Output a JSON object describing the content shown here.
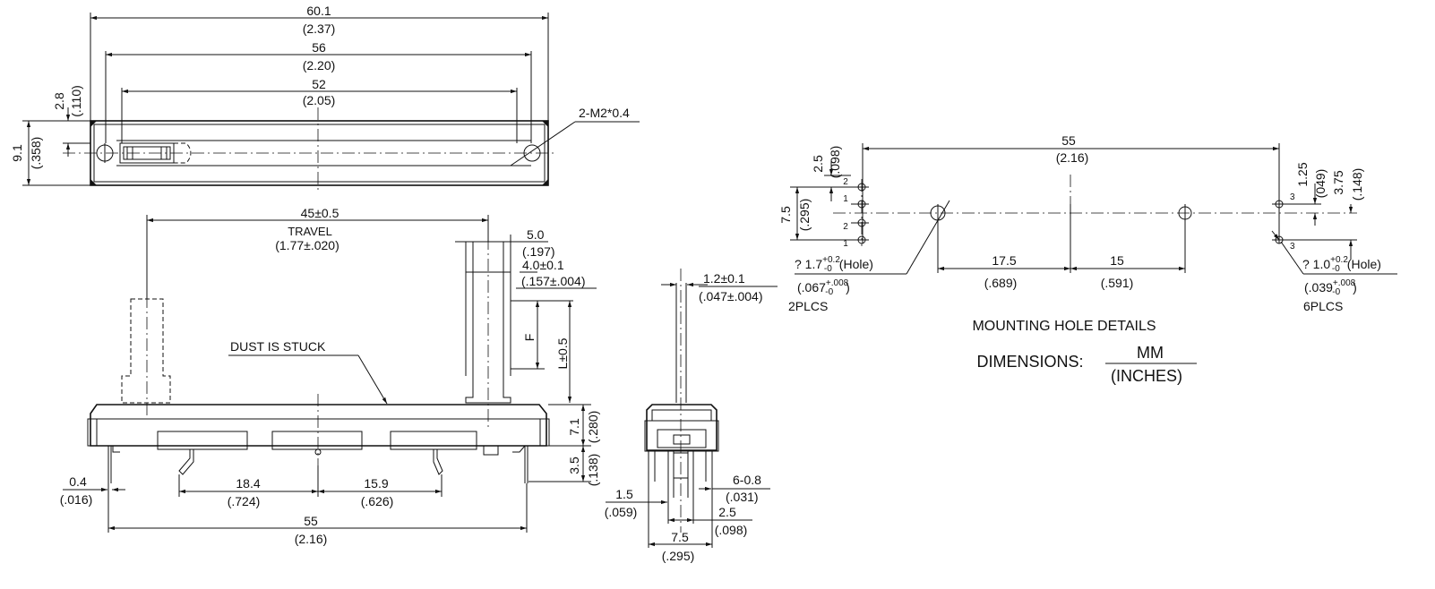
{
  "top_view": {
    "overall_mm": "60.1",
    "overall_in": "(2.37)",
    "hole_pitch_mm": "56",
    "hole_pitch_in": "(2.20)",
    "inner_mm": "52",
    "inner_in": "(2.05)",
    "edge_mm": "2.8",
    "edge_in": "(.110)",
    "height_mm": "9.1",
    "height_in": "(.358)",
    "thread_label": "2-M2*0.4"
  },
  "front_view": {
    "travel_mm": "45±0.5",
    "travel_word": "TRAVEL",
    "travel_in": "(1.77±.020)",
    "knob_w_mm": "5.0",
    "knob_w_in": "(.197)",
    "shaft_w_mm": "4.0±0.1",
    "shaft_w_in": "(.157±.004)",
    "f_label": "F",
    "l_label": "L±0.5",
    "dust_label": "DUST IS STUCK",
    "body_h_mm": "7.1",
    "body_h_in": "(.280)",
    "pin_h_mm": "3.5",
    "pin_h_in": "(.138)",
    "pin_t_mm": "0.4",
    "pin_t_in": "(.016)",
    "pitch1_mm": "18.4",
    "pitch1_in": "(.724)",
    "pitch2_mm": "15.9",
    "pitch2_in": "(.626)",
    "span_mm": "55",
    "span_in": "(2.16)"
  },
  "side_view": {
    "shaft_mm": "1.2±0.1",
    "shaft_in": "(.047±.004)",
    "pin_w_mm": "6-0.8",
    "pin_w_in": "(.031)",
    "a_mm": "1.5",
    "a_in": "(.059)",
    "b_mm": "2.5",
    "b_in": "(.098)",
    "c_mm": "7.5",
    "c_in": "(.295)"
  },
  "mounting": {
    "span_mm": "55",
    "span_in": "(2.16)",
    "top_off_mm": "2.5",
    "top_off_in": "(.098)",
    "row_mm": "7.5",
    "row_in": "(.295)",
    "r_a_mm": "1.25",
    "r_a_in": "(049)",
    "r_b_mm": "3.75",
    "r_b_in": "(.148)",
    "d1_mm": "17.5",
    "d1_in": "(.689)",
    "d2_mm": "15",
    "d2_in": "(.591)",
    "hole_left": "? 1.7",
    "hole_left_tol_up": "+0.2",
    "hole_left_tol_dn": "-0",
    "hole_left_word": "(Hole)",
    "hole_left_in": "(.067",
    "hole_left_in_up": "+.008",
    "hole_left_in_dn": "-0",
    "hole_left_in_close": ")",
    "hole_left_count": "2PLCS",
    "hole_right": "? 1.0",
    "hole_right_tol_up": "+0.2",
    "hole_right_tol_dn": "-0",
    "hole_right_word": "(Hole)",
    "hole_right_in": "(.039",
    "hole_right_in_up": "+.008",
    "hole_right_in_dn": "-0",
    "hole_right_in_close": ")",
    "hole_right_count": "6PLCS",
    "pin_nums_left": [
      "2",
      "1",
      "2",
      "1"
    ],
    "pin_nums_right": [
      "3",
      "3"
    ],
    "title": "MOUNTING HOLE DETAILS",
    "dims_word": "DIMENSIONS:",
    "dims_mm": "MM",
    "dims_in": "(INCHES)"
  }
}
